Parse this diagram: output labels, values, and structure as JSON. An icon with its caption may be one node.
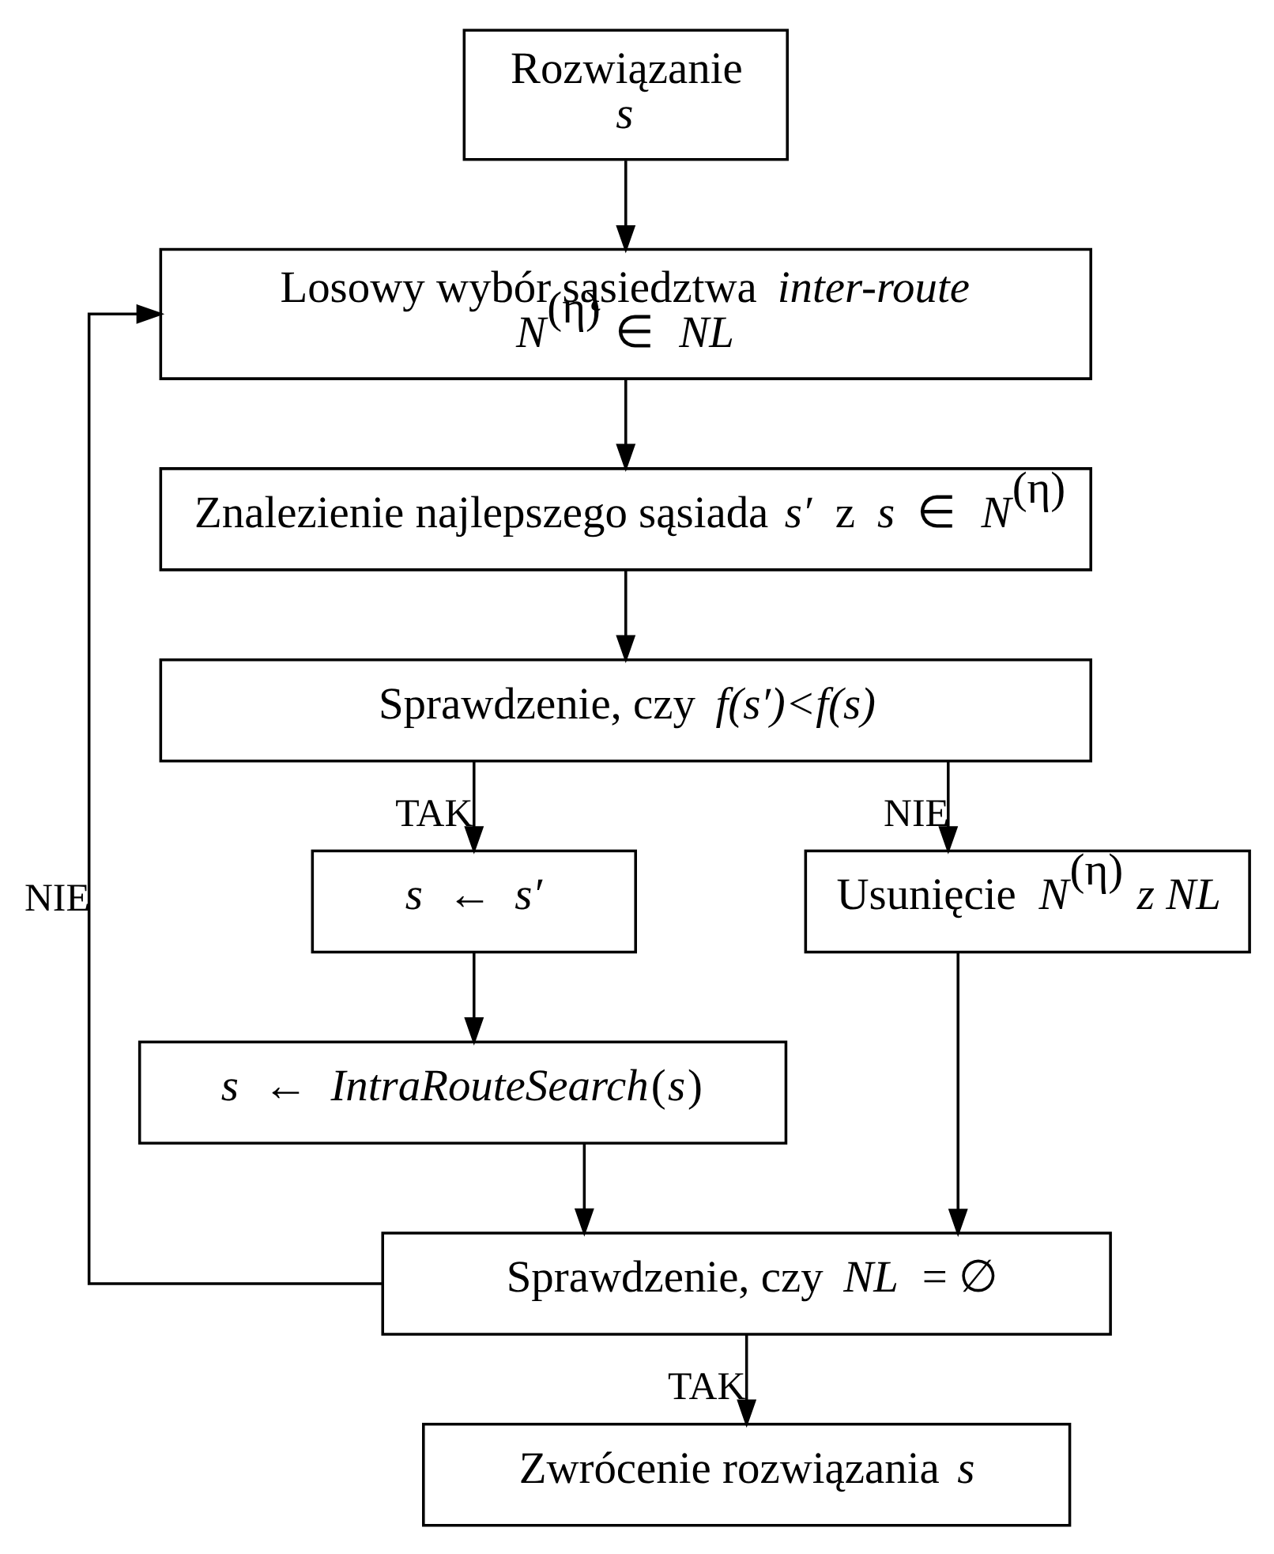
{
  "diagram": {
    "nodes": [
      {
        "text": [
          "Rozwiązanie",
          "*s*"
        ]
      },
      {
        "text": [
          "Losowy wybór sąsiedztwa *inter-route*",
          "*N*$^{(η)}$ ∈ *NL*"
        ]
      },
      {
        "text": [
          "Znalezienie najlepszego sąsiada *s′* z *s* ∈ *N*$^{(η)}$"
        ]
      },
      {
        "text": [
          "Sprawdzenie, czy *f(s′)<f(s)*"
        ]
      },
      {
        "text": [
          "*s* ← *s′*"
        ]
      },
      {
        "text": [
          "Usunięcie *N*$^{(η)}$ *z NL*"
        ]
      },
      {
        "text": [
          "*s* ← *IntraRouteSearch*(*s*)"
        ]
      },
      {
        "text": [
          "Sprawdzenie, czy *NL* = ∅"
        ]
      },
      {
        "text": [
          "Zwrócenie rozwiązania *s*"
        ]
      }
    ],
    "edges": [
      {
        "from": 0,
        "to": 1,
        "arrow": "to"
      },
      {
        "from": 1,
        "to": 2,
        "arrow": "to"
      },
      {
        "from": 2,
        "to": 3,
        "arrow": "to"
      },
      {
        "from": 3,
        "to": 4,
        "arrow": "to",
        "label": "TAK"
      },
      {
        "from": 3,
        "to": 5,
        "arrow": "to",
        "label": "NIE"
      },
      {
        "from": 4,
        "to": 6,
        "arrow": "to"
      },
      {
        "from": 6,
        "to": 7,
        "arrow": "to"
      },
      {
        "from": 5,
        "to": 7,
        "arrow": "to"
      },
      {
        "from": 7,
        "to": 1,
        "arrow": "to",
        "label": "NIE"
      },
      {
        "from": 7,
        "to": 8,
        "arrow": "to",
        "label": "TAK"
      }
    ]
  }
}
